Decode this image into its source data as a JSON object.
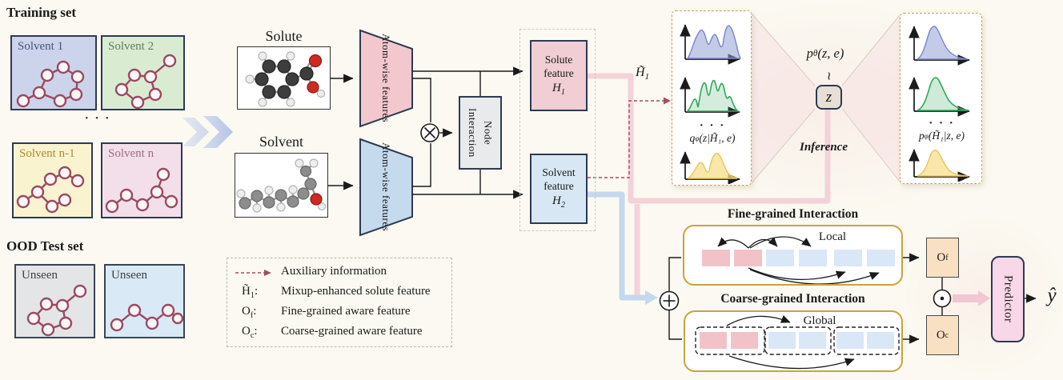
{
  "left_panel": {
    "training_title": "Training set",
    "ellipsis": "· · ·",
    "training_boxes": [
      {
        "label": "Solvent 1"
      },
      {
        "label": "Solvent 2"
      },
      {
        "label": "Solvent n-1"
      },
      {
        "label": "Solvent n"
      }
    ],
    "ood_title": "OOD Test set",
    "ood_boxes": [
      {
        "label": "Unseen"
      },
      {
        "label": "Unseen"
      }
    ]
  },
  "pipeline": {
    "solute_label": "Solute",
    "solvent_label": "Solvent",
    "solute_encoder": "Atom-wise features",
    "solvent_encoder": "Atom-wise features",
    "node_interaction": "Node Interaction",
    "solute_feature": {
      "line1": "Solute",
      "line2": "feature",
      "symbol": "H",
      "sub": "1"
    },
    "solvent_feature": {
      "line1": "Solvent",
      "line2": "feature",
      "symbol": "H",
      "sub": "2"
    }
  },
  "vae": {
    "h1_tilde": {
      "base": "H̃",
      "sub": "1"
    },
    "posterior": {
      "base": "q",
      "sub": "φ",
      "rest": "(z|H̃₁, e)"
    },
    "prior": {
      "base": "p",
      "sub": "θ",
      "rest": "(z, e)"
    },
    "decoder": {
      "base": "p",
      "sub": "φ",
      "rest": "(H̃₁|z, e)"
    },
    "z": "z",
    "tilde": "∼",
    "inference": "Inference",
    "dots": "· · ·"
  },
  "interaction": {
    "fine_title": "Fine-grained Interaction",
    "fine_tag": "Local",
    "coarse_title": "Coarse-grained Interaction",
    "coarse_tag": "Global",
    "of": {
      "base": "O",
      "sub": "f"
    },
    "oc": {
      "base": "O",
      "sub": "c"
    },
    "predictor": "Predictor",
    "output": "ŷ"
  },
  "legend": {
    "rows": [
      {
        "sym_base": "",
        "sym_sub": "",
        "colon": "",
        "text": "Auxiliary information"
      },
      {
        "sym_base": "H̃",
        "sym_sub": "1",
        "colon": ":",
        "text": "Mixup-enhanced solute feature"
      },
      {
        "sym_base": "O",
        "sym_sub": "f",
        "colon": ":",
        "text": "Fine-grained aware feature"
      },
      {
        "sym_base": "O",
        "sym_sub": "c",
        "colon": ":",
        "text": "Coarse-grained aware feature"
      }
    ]
  },
  "colors": {
    "accent_pink": "#f2c7ce",
    "accent_blue": "#c9dcef",
    "gold": "#c9a43a",
    "maroon": "#9a4a60",
    "navy": "#2e3a52"
  }
}
